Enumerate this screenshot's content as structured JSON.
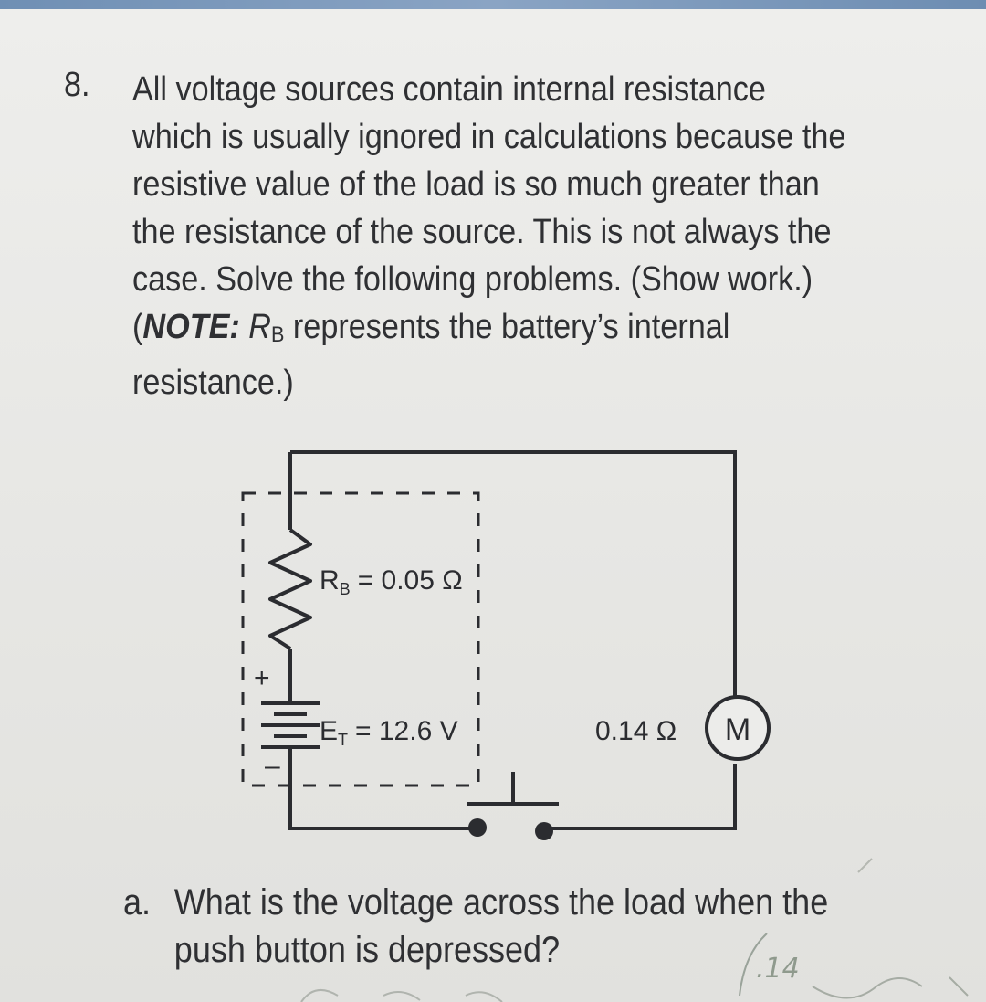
{
  "question": {
    "number": "8.",
    "lines": [
      "All voltage sources contain internal resistance",
      "which is usually ignored in calculations because the",
      "resistive value of the load is so much greater than",
      "the resistance of the source. This is not always the",
      "case. Solve the following problems. (Show work.)"
    ],
    "note_open": "(",
    "note_label": "NOTE:",
    "note_symbol": "R",
    "note_subscript": "B",
    "note_rest": " represents the battery’s internal",
    "note_last_line": "resistance.)"
  },
  "circuit": {
    "rb_symbol": "R",
    "rb_sub": "B",
    "rb_value": "= 0.05 Ω",
    "et_symbol": "E",
    "et_sub": "T",
    "et_value": "= 12.6 V",
    "load_resistance": "0.14 Ω",
    "motor_label": "M",
    "plus_sign": "+",
    "minus_sign": "–"
  },
  "part_a": {
    "letter": "a.",
    "line1": "What is the voltage across the load when the",
    "line2": "push button is depressed?"
  },
  "handwriting": {
    "answer_fragment": ".14"
  }
}
